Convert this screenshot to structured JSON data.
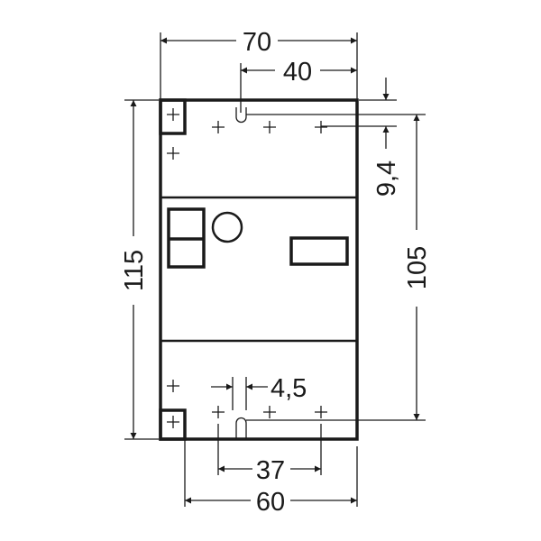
{
  "dimensions": {
    "overall_width": "70",
    "hole_offset_top": "40",
    "hole_vertical_offset": "9,4",
    "overall_height": "115",
    "hole_spacing_vertical": "105",
    "hole_width": "4,5",
    "mount_spacing": "37",
    "base_width": "60"
  },
  "colors": {
    "line": "#1a1a1a",
    "background": "#ffffff"
  }
}
